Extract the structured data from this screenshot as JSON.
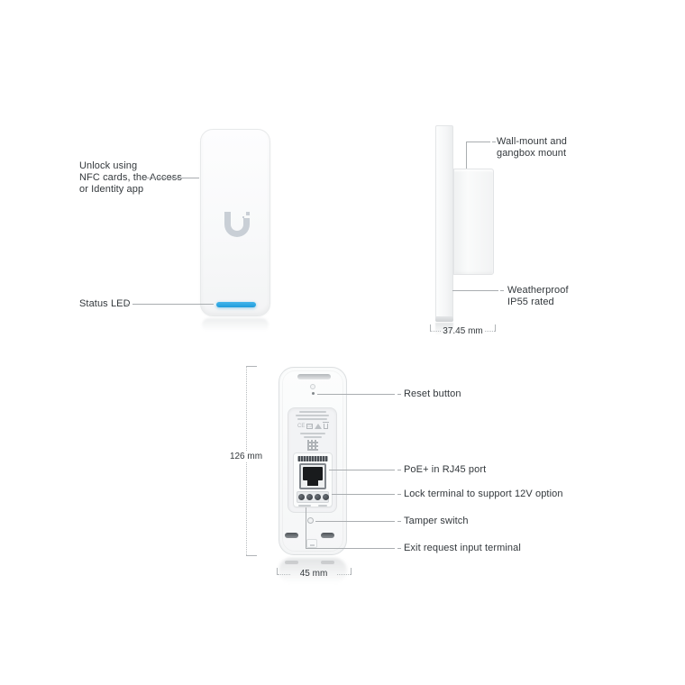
{
  "front": {
    "unlock_label": "Unlock using\nNFC cards, the Access\nor Identity app",
    "status_led_label": "Status LED"
  },
  "side": {
    "wall_mount_label": "Wall-mount and\ngangbox mount",
    "weatherproof_label": "Weatherproof\nIP55 rated",
    "depth_dim": "37.45 mm"
  },
  "back": {
    "reset_label": "Reset button",
    "poe_label": "PoE+ in RJ45 port",
    "lock_label": "Lock terminal to support 12V option",
    "tamper_label": "Tamper switch",
    "exit_label": "Exit request input terminal",
    "height_dim": "126 mm",
    "width_dim": "45 mm"
  },
  "icons": {
    "logo": "ubiquiti-u-logo",
    "status_led": "status-led-bar",
    "marks": [
      "ce-mark",
      "ukca-mark",
      "recycle-triangle",
      "weee-bin"
    ]
  },
  "colors": {
    "led_blue": "#29a7e1",
    "leader_line": "#a9adb0",
    "label_text": "#33383c",
    "device_white": "#f8f9fa"
  }
}
